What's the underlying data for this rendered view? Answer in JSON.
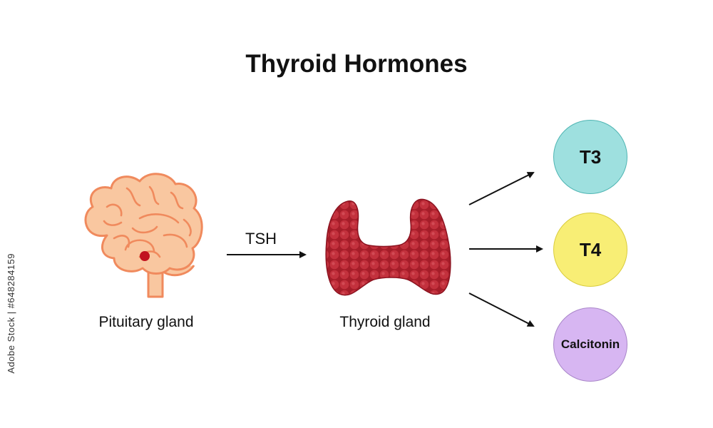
{
  "title": "Thyroid Hormones",
  "labels": {
    "pituitary": "Pituitary gland",
    "thyroid": "Thyroid gland",
    "arrow_tsh": "TSH"
  },
  "hormones": [
    {
      "label": "T3",
      "fill": "#9ee0df",
      "stroke": "#4fb5b3"
    },
    {
      "label": "T4",
      "fill": "#f8ee75",
      "stroke": "#d9cc3c"
    },
    {
      "label": "Calcitonin",
      "fill": "#d7b6f2",
      "stroke": "#a986c9"
    }
  ],
  "colors": {
    "brain_fill": "#f9c7a0",
    "brain_stroke": "#f08a5d",
    "pituitary_dot": "#c1121f",
    "thyroid_fill": "#b3202c",
    "arrow": "#111111"
  },
  "icons": {
    "brain": "brain-icon",
    "thyroid": "thyroid-gland-icon"
  },
  "watermark": "Adobe Stock | #648284159"
}
